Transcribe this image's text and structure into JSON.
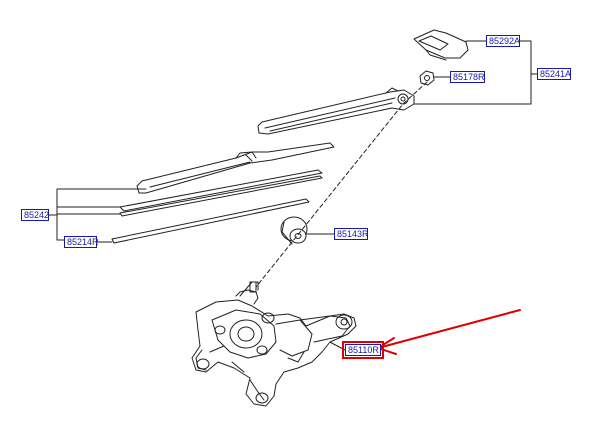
{
  "labels": {
    "p85292A": "85292A",
    "p85178R": "85178R",
    "p85241A": "85241A",
    "p85242": "85242",
    "p85214R": "85214R",
    "p85143R": "85143R",
    "p85110R": "85110R"
  },
  "colors": {
    "label_text": "#1a1aa6",
    "highlight": "#e00000",
    "line_art": "#222222"
  }
}
